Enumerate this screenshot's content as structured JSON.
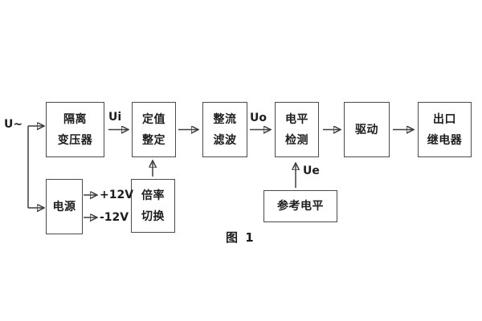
{
  "figure": {
    "caption": "图 1"
  },
  "colors": {
    "background": "#ffffff",
    "line": "#3f3f3f",
    "box_border": "#4a4a4a",
    "text": "#1d1d1d"
  },
  "signals": {
    "input": "U~",
    "ui": "Ui",
    "uo": "Uo",
    "ue": "Ue",
    "plus12v": "+12V",
    "minus12v": "-12V"
  },
  "blocks": {
    "isolation_transformer": {
      "line1": "隔离",
      "line2": "变压器"
    },
    "setpoint_setting": {
      "line1": "定值",
      "line2": "整定"
    },
    "rectifier_filter": {
      "line1": "整流",
      "line2": "滤波"
    },
    "level_detection": {
      "line1": "电平",
      "line2": "检测"
    },
    "drive": {
      "label": "驱动"
    },
    "output_relay": {
      "line1": "出口",
      "line2": "继电器"
    },
    "power_supply": {
      "label": "电源"
    },
    "multiplier_switch": {
      "line1": "倍率",
      "line2": "切换"
    },
    "reference_level": {
      "label": "参考电平"
    }
  }
}
